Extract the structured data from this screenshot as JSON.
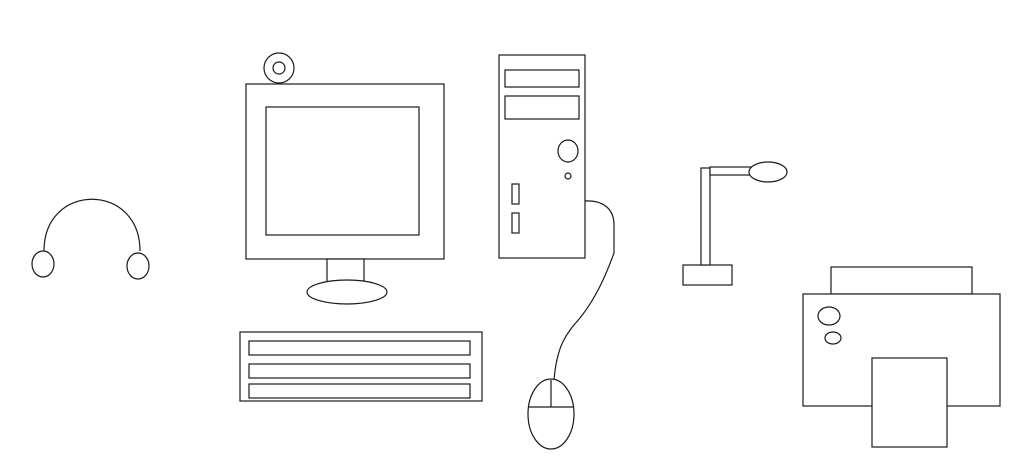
{
  "diagram": {
    "kind": "computer-peripherals-line-drawing",
    "stroke_color": "#1a1a1a",
    "background_color": "#ffffff",
    "devices": [
      {
        "id": "headphones",
        "icon": "headphones-icon"
      },
      {
        "id": "webcam",
        "icon": "webcam-icon"
      },
      {
        "id": "monitor",
        "icon": "monitor-icon"
      },
      {
        "id": "keyboard",
        "icon": "keyboard-icon"
      },
      {
        "id": "system-unit",
        "icon": "tower-case-icon"
      },
      {
        "id": "mouse",
        "icon": "mouse-icon"
      },
      {
        "id": "document-camera",
        "icon": "document-camera-icon"
      },
      {
        "id": "printer",
        "icon": "printer-icon"
      }
    ]
  }
}
